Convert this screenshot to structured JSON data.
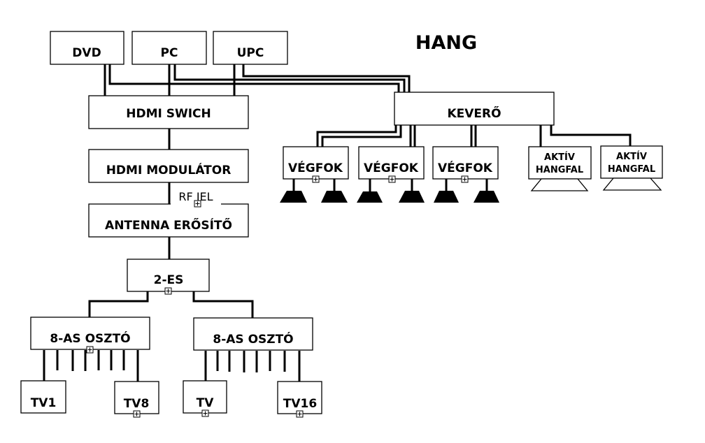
{
  "title": "HANG",
  "video_chain": {
    "sources": [
      {
        "id": "dvd",
        "label": "DVD"
      },
      {
        "id": "pc",
        "label": "PC"
      },
      {
        "id": "upc",
        "label": "UPC"
      }
    ],
    "hdmi_switch": "HDMI SWICH",
    "hdmi_modulator": "HDMI MODULÁTOR",
    "rf_signal_label": "RF JEL",
    "antenna_amplifier": "ANTENNA ERŐSÍTŐ",
    "splitter_2": "2-ES",
    "splitters_8": [
      {
        "label": "8-AS OSZTÓ",
        "tvs": [
          "TV1",
          "TV8"
        ]
      },
      {
        "label": "8-AS OSZTÓ",
        "tvs": [
          "TV",
          "TV16"
        ]
      }
    ]
  },
  "audio_chain": {
    "mixer": "KEVERŐ",
    "amplifiers": [
      "VÉGFOK",
      "VÉGFOK",
      "VÉGFOK"
    ],
    "active_speakers": [
      {
        "line1": "AKTÍV",
        "line2": "HANGFAL"
      },
      {
        "line1": "AKTÍV",
        "line2": "HANGFAL"
      }
    ]
  }
}
